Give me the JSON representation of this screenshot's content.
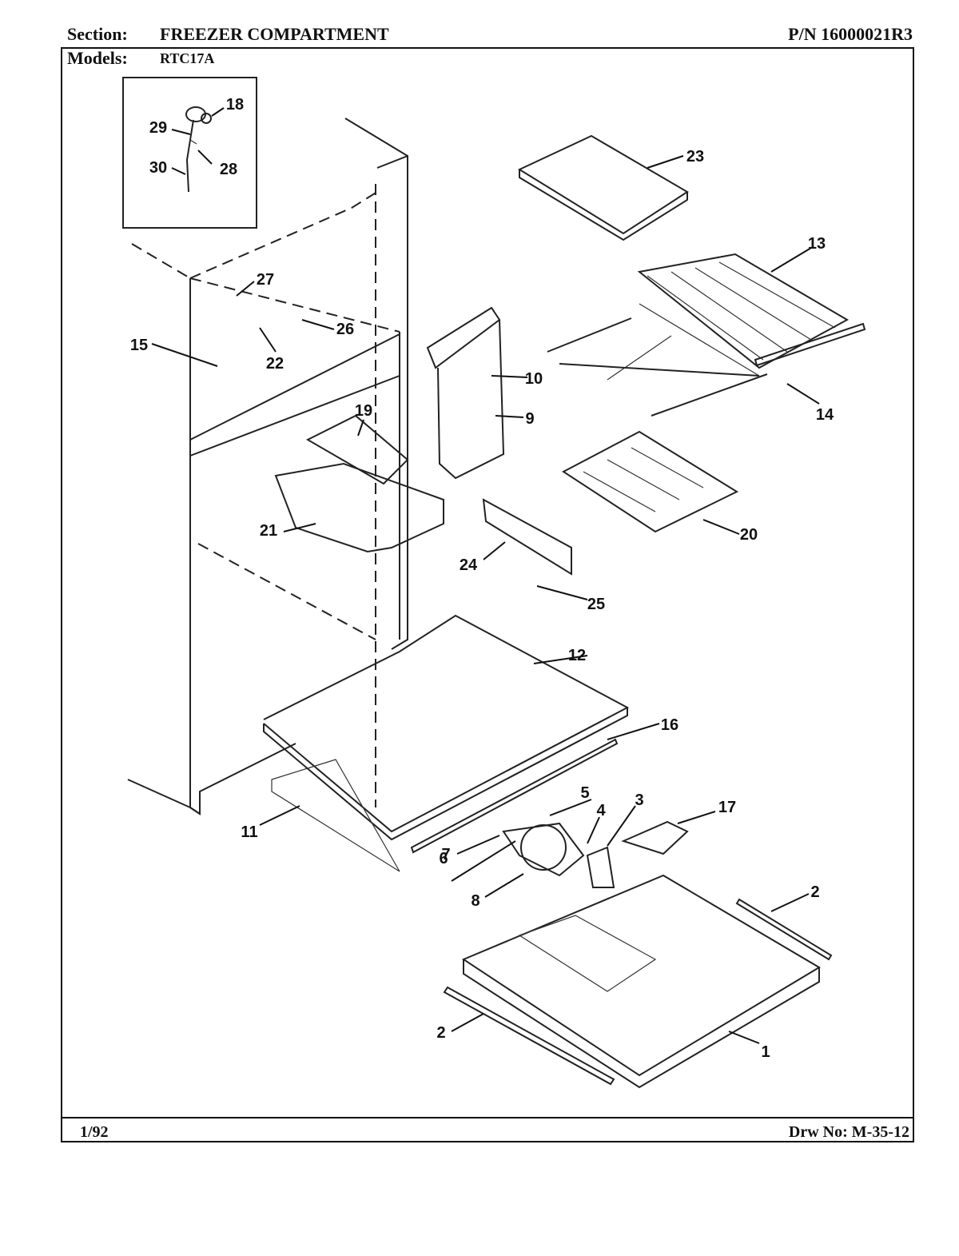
{
  "header": {
    "section_label": "Section:",
    "section_value": "FREEZER COMPARTMENT",
    "part_number": "P/N 16000021R3",
    "models_label": "Models:",
    "models_value": "RTC17A"
  },
  "footer": {
    "date": "1/92",
    "drawing_number": "Drw No: M-35-12"
  },
  "callouts": [
    "1",
    "2",
    "2",
    "3",
    "4",
    "5",
    "6",
    "7",
    "8",
    "9",
    "10",
    "11",
    "12",
    "13",
    "14",
    "15",
    "16",
    "17",
    "18",
    "19",
    "20",
    "21",
    "22",
    "23",
    "24",
    "25",
    "26",
    "27",
    "28",
    "29",
    "30"
  ]
}
